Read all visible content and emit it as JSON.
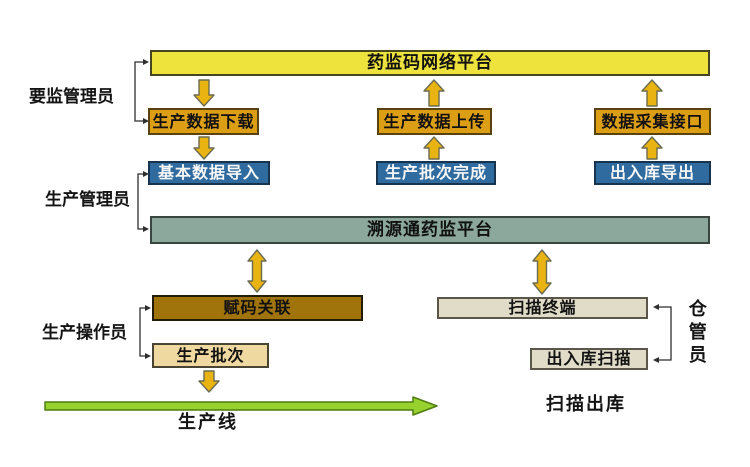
{
  "diagram": {
    "platforms": {
      "network": "药监码网络平台",
      "trace": "溯源通药监平台"
    },
    "roles": {
      "regulator": "要监管理员",
      "production_manager": "生产管理员",
      "production_operator": "生产操作员",
      "warehouse_keeper": "仓管员"
    },
    "orange_boxes": {
      "download": "生产数据下载",
      "upload": "生产数据上传",
      "collect_api": "数据采集接口"
    },
    "blue_boxes": {
      "base_import": "基本数据导入",
      "batch_complete": "生产批次完成",
      "inout_export": "出入库导出"
    },
    "operation_boxes": {
      "code_link": "赋码关联",
      "batch": "生产批次",
      "scan_terminal": "扫描终端",
      "inout_scan": "出入库扫描"
    },
    "footer": {
      "production_line": "生产线",
      "scan_out": "扫描出库"
    },
    "colors": {
      "network_platform_fill": "#EEE33C",
      "orange_box_fill": "#DC9E14",
      "blue_box_fill": "#2F6B9F",
      "trace_platform_fill": "#8CA89D",
      "code_link_fill": "#A0740B",
      "batch_fill": "#EFD9A0",
      "scan_box_fill": "#E0DCC8",
      "gold_arrow_fill": "#E9B411",
      "green_arrow_fill": "#97D12E"
    }
  }
}
